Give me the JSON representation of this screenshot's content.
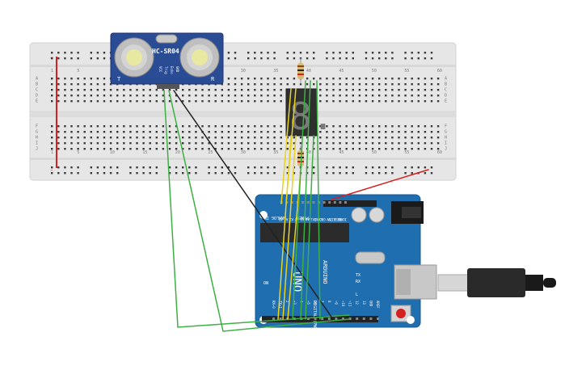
{
  "breadboard": {
    "row_letters_top": [
      "A",
      "B",
      "C",
      "D",
      "E"
    ],
    "row_letters_bottom": [
      "F",
      "G",
      "H",
      "I",
      "J"
    ],
    "column_numbers": [
      "1",
      "5",
      "10",
      "15",
      "20",
      "25",
      "30",
      "35",
      "40",
      "45",
      "50",
      "55",
      "60"
    ],
    "rail_plus": "+",
    "rail_minus": "-"
  },
  "sensor": {
    "label": "HC-SR04",
    "pins": [
      "VCC",
      "Trig",
      "Echo",
      "GND"
    ],
    "left_mark": "T",
    "right_mark": "R"
  },
  "display": {
    "digit": "8."
  },
  "arduino": {
    "model": "UNO",
    "brand": "ARDUINO",
    "power_header": "POWER",
    "analog_header": "ANALOG IN",
    "digital_header": "DIGITAL (PWM~)",
    "power_pins": [
      "IOREF",
      "RESET",
      "3.3V",
      "5V",
      "GND",
      "GND",
      "Vin"
    ],
    "analog_pins": [
      "A0",
      "A1",
      "A2",
      "A3",
      "A4",
      "A5"
    ],
    "digital_pins": [
      "AREF",
      "GND",
      "13",
      "12",
      "~11",
      "~10",
      "~9",
      "8",
      "7",
      "~6",
      "~5",
      "4",
      "~3",
      "2",
      "TX→1",
      "RX←0"
    ],
    "leds": [
      "TX",
      "RX",
      "L",
      "ON"
    ]
  },
  "colors": {
    "wire_green": "#3cb043",
    "wire_yellow": "#e8d320",
    "wire_red": "#d42020",
    "wire_black": "#222222",
    "board_blue": "#1f6fb0",
    "breadboard_gray": "#e4e4e4",
    "sensor_blue": "#2a4c94"
  }
}
